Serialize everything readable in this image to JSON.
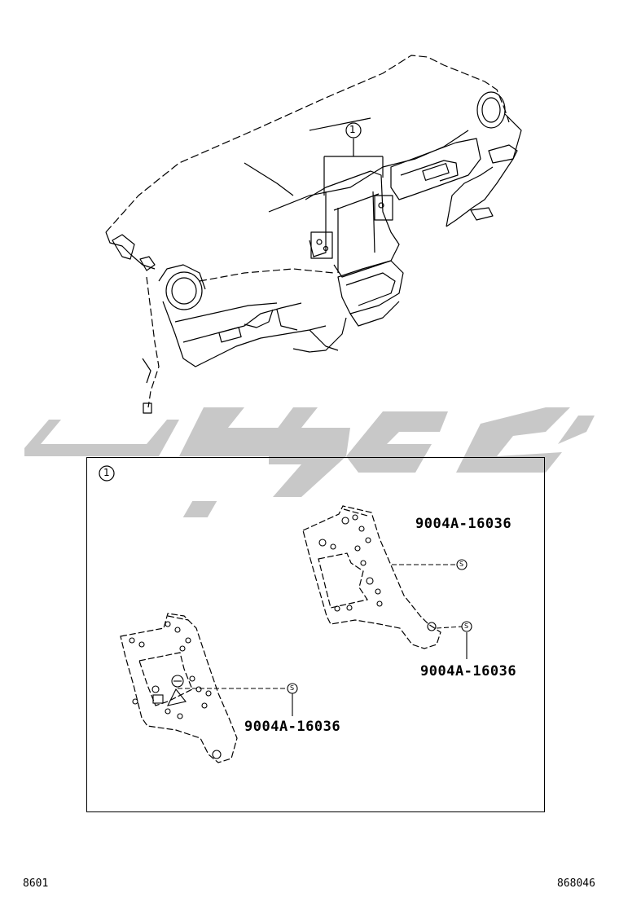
{
  "callout_number": "1",
  "inset_callout_number": "1",
  "watermark_text": "گلوپارت",
  "part_labels": [
    "9004A-16036",
    "9004A-16036",
    "9004A-16036"
  ],
  "fastener_symbol": "S",
  "footer": {
    "left_code": "8601",
    "right_code": "868046"
  },
  "colors": {
    "line": "#000000",
    "watermark": "#c8c8c8",
    "background": "#ffffff"
  },
  "icons": [
    "dashboard-assembly-drawing",
    "left-bracket-drawing",
    "right-bracket-drawing",
    "screw-symbol"
  ]
}
